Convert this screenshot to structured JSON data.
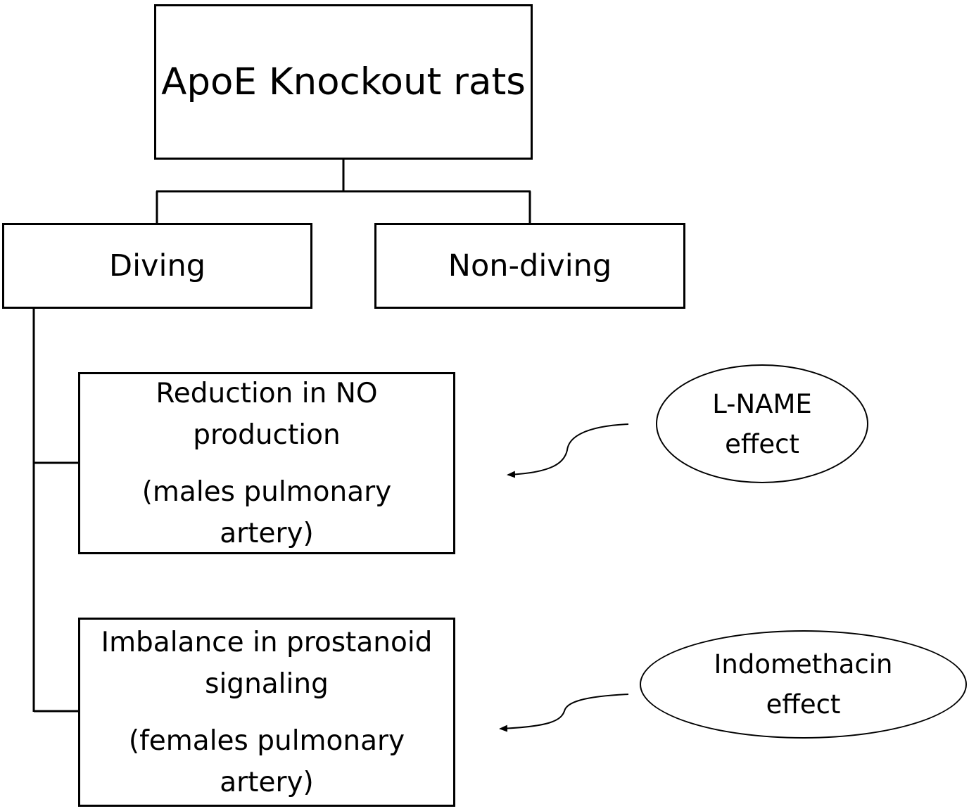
{
  "root": {
    "label": "ApoE Knockout rats"
  },
  "groups": [
    {
      "label": "Diving"
    },
    {
      "label": "Non-diving"
    }
  ],
  "findings": [
    {
      "line1": "Reduction in NO",
      "line2": "production",
      "line3": "(males pulmonary",
      "line4": "artery)"
    },
    {
      "line1": "Imbalance in prostanoid",
      "line2": "signaling",
      "line3": "(females pulmonary",
      "line4": "artery)"
    }
  ],
  "effects": [
    {
      "line1": "L-NAME",
      "line2": "effect"
    },
    {
      "line1": "Indomethacin",
      "line2": "effect"
    }
  ],
  "colors": {
    "stroke": "#000000",
    "background": "#ffffff"
  }
}
